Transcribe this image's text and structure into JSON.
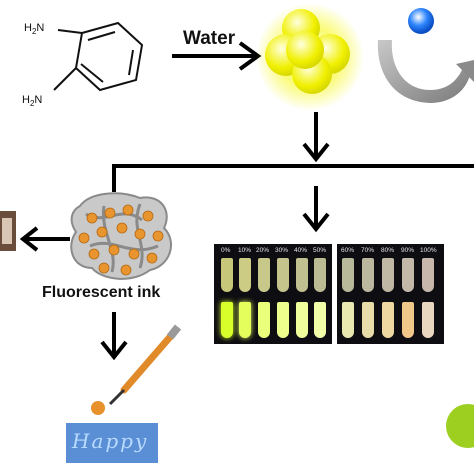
{
  "molecule": {
    "amine_top": "H2N",
    "amine_bottom": "H2N"
  },
  "labels": {
    "water": "Water",
    "ink": "Fluorescent ink"
  },
  "photo": {
    "row1_percents": [
      "0%",
      "10%",
      "20%",
      "30%",
      "40%",
      "50%"
    ],
    "row2_percents": [
      "60%",
      "70%",
      "80%",
      "90%",
      "100%"
    ]
  },
  "happy_text": "Happy",
  "colors": {
    "arrow": "#000000",
    "dot_glow": "#f6f700",
    "ink_particle": "#e8952f",
    "tube_fluorescence": "#d8ff2a",
    "happy_background": "#5a8fd6",
    "pen_body": "#e08a2a",
    "green_dot": "#9ccf1f"
  }
}
